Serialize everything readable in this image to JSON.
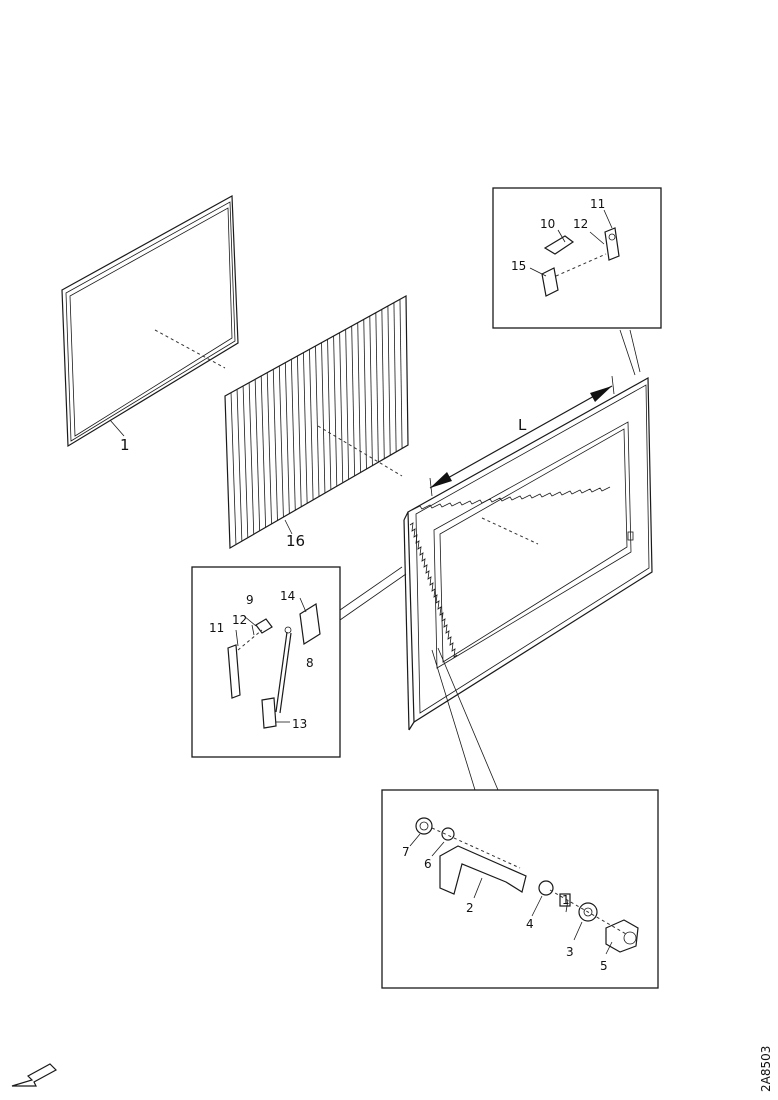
{
  "callouts": {
    "frame": "1",
    "panel": "16",
    "dim": "L",
    "tr_11": "11",
    "tr_10": "10",
    "tr_12": "12",
    "tr_15": "15",
    "ml_9": "9",
    "ml_14": "14",
    "ml_12": "12",
    "ml_11": "11",
    "ml_8": "8",
    "ml_13": "13",
    "br_7": "7",
    "br_6": "6",
    "br_2": "2",
    "br_4": "4",
    "br_1": "1",
    "br_3": "3",
    "br_5": "5"
  },
  "reference_code": "2A8503",
  "icons": {
    "direction": "arrow-direction-icon"
  }
}
